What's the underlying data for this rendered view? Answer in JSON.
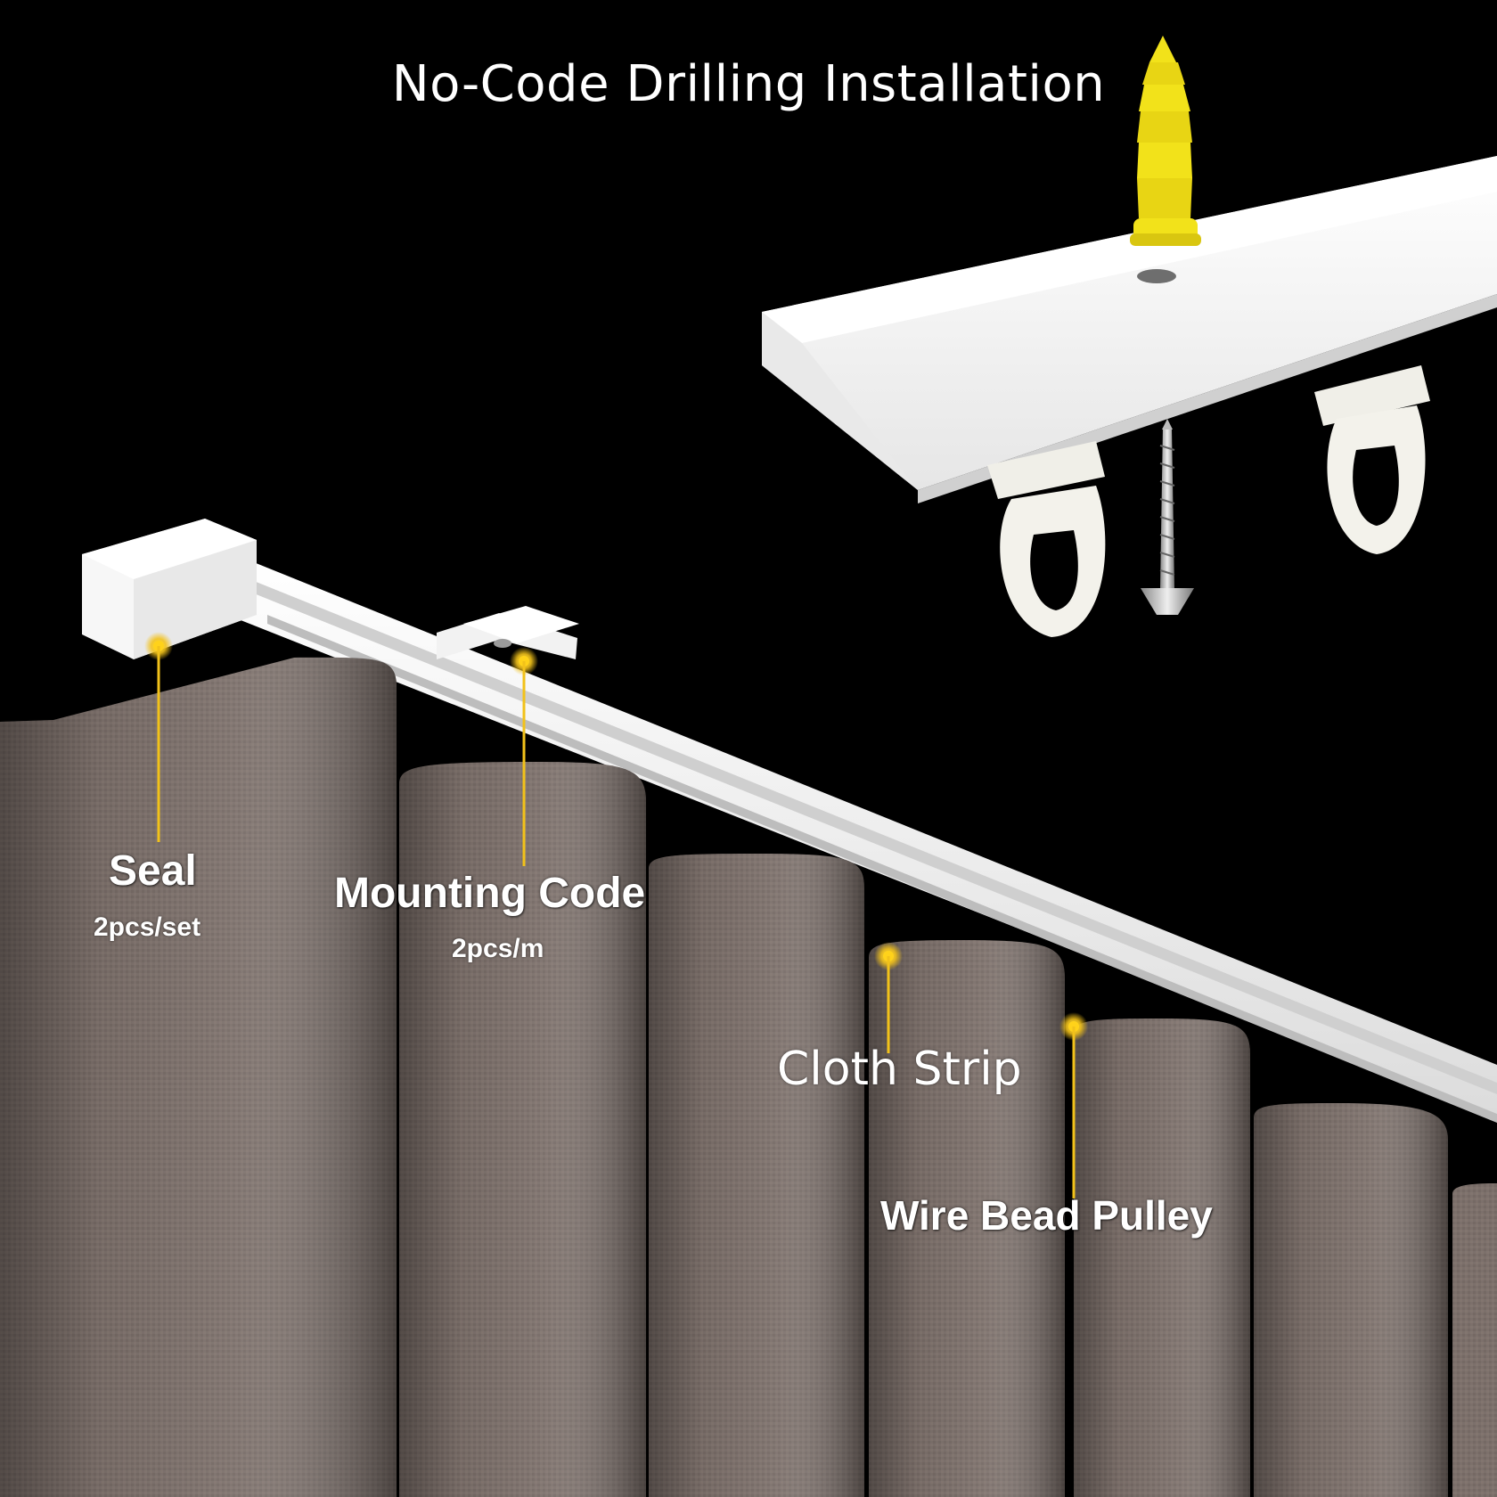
{
  "title": "No-Code Drilling Installation",
  "labels": {
    "seal": {
      "name": "Seal",
      "qty": "2pcs/set"
    },
    "mounting_code": {
      "name": "Mounting Code",
      "qty": "2pcs/m"
    },
    "cloth_strip": {
      "name": "Cloth Strip"
    },
    "wire_bead_pulley": {
      "name": "Wire Bead Pulley"
    }
  },
  "colors": {
    "background": "#000000",
    "rail": "#f4f4f4",
    "curtain": "#7c706b",
    "anchor": "#f2e21a",
    "callout": "#f2c21a"
  }
}
